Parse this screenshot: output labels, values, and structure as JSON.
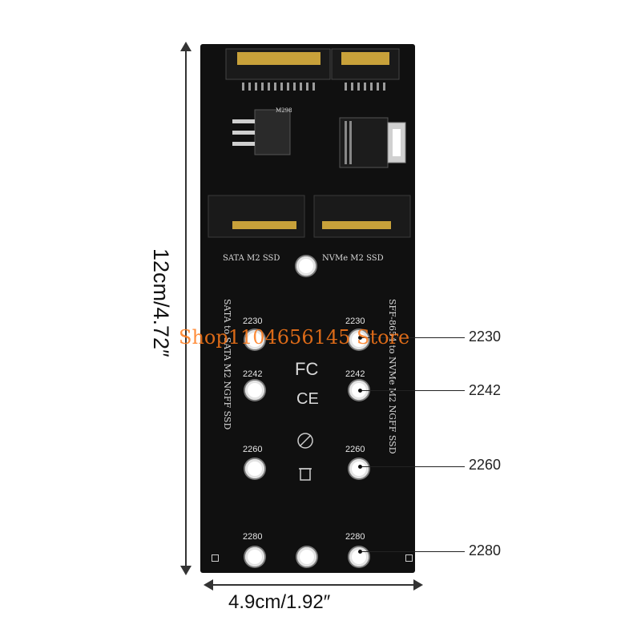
{
  "dimensions": {
    "height_label": "12cm/4.72″",
    "width_label": "4.9cm/1.92″"
  },
  "board": {
    "top_labels": {
      "sata": "SATA M2 SSD",
      "nvme": "NVMe M2 SSD"
    },
    "side_left": "SATA to SATA M2 NGFF SSD",
    "side_right": "SFF-8654 to NVMe M2 NGFF SSD",
    "chip_label": "M298",
    "slot_labels": [
      "2230",
      "2230",
      "2242",
      "2242",
      "2260",
      "2260",
      "2280",
      "2280"
    ],
    "cert_marks": [
      "FC",
      "CE",
      "RoHS",
      "WEEE"
    ]
  },
  "callouts": [
    "2230",
    "2242",
    "2260",
    "2280"
  ],
  "watermark": "Shop1104656145 Store",
  "colors": {
    "board": "#101010",
    "gold": "#c8a13a",
    "watermark": "#ff7a1a"
  }
}
